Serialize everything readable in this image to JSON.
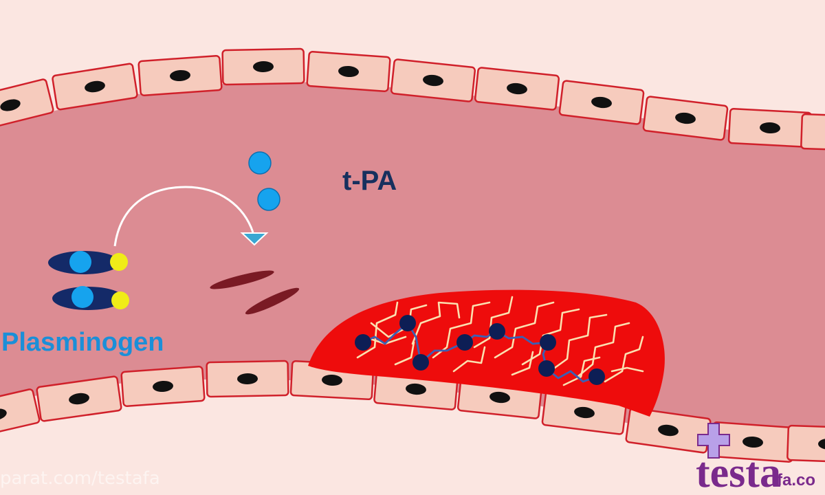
{
  "labels": {
    "tpa": "t-PA",
    "plasminogen": "Plasminogen"
  },
  "watermark": {
    "url": "parat.com/testafa",
    "logo_main": "testa",
    "logo_tail": "fa.co"
  },
  "colors": {
    "background": "#fbe6e1",
    "lumen": "#dc8c93",
    "cell_fill": "#f6cbbd",
    "cell_border": "#d0202a",
    "nucleus": "#111111",
    "clot": "#ee0c0c",
    "fibrin": "#fbe0b0",
    "tpa_bead": "#16a3ee",
    "plasminogen_body": "#142a68",
    "plasminogen_site": "#f0ec18",
    "platelet": "#7a1a24",
    "clot_node": "#0d1e55",
    "link": "#3b60b4",
    "logo": "#7a2a8c"
  }
}
